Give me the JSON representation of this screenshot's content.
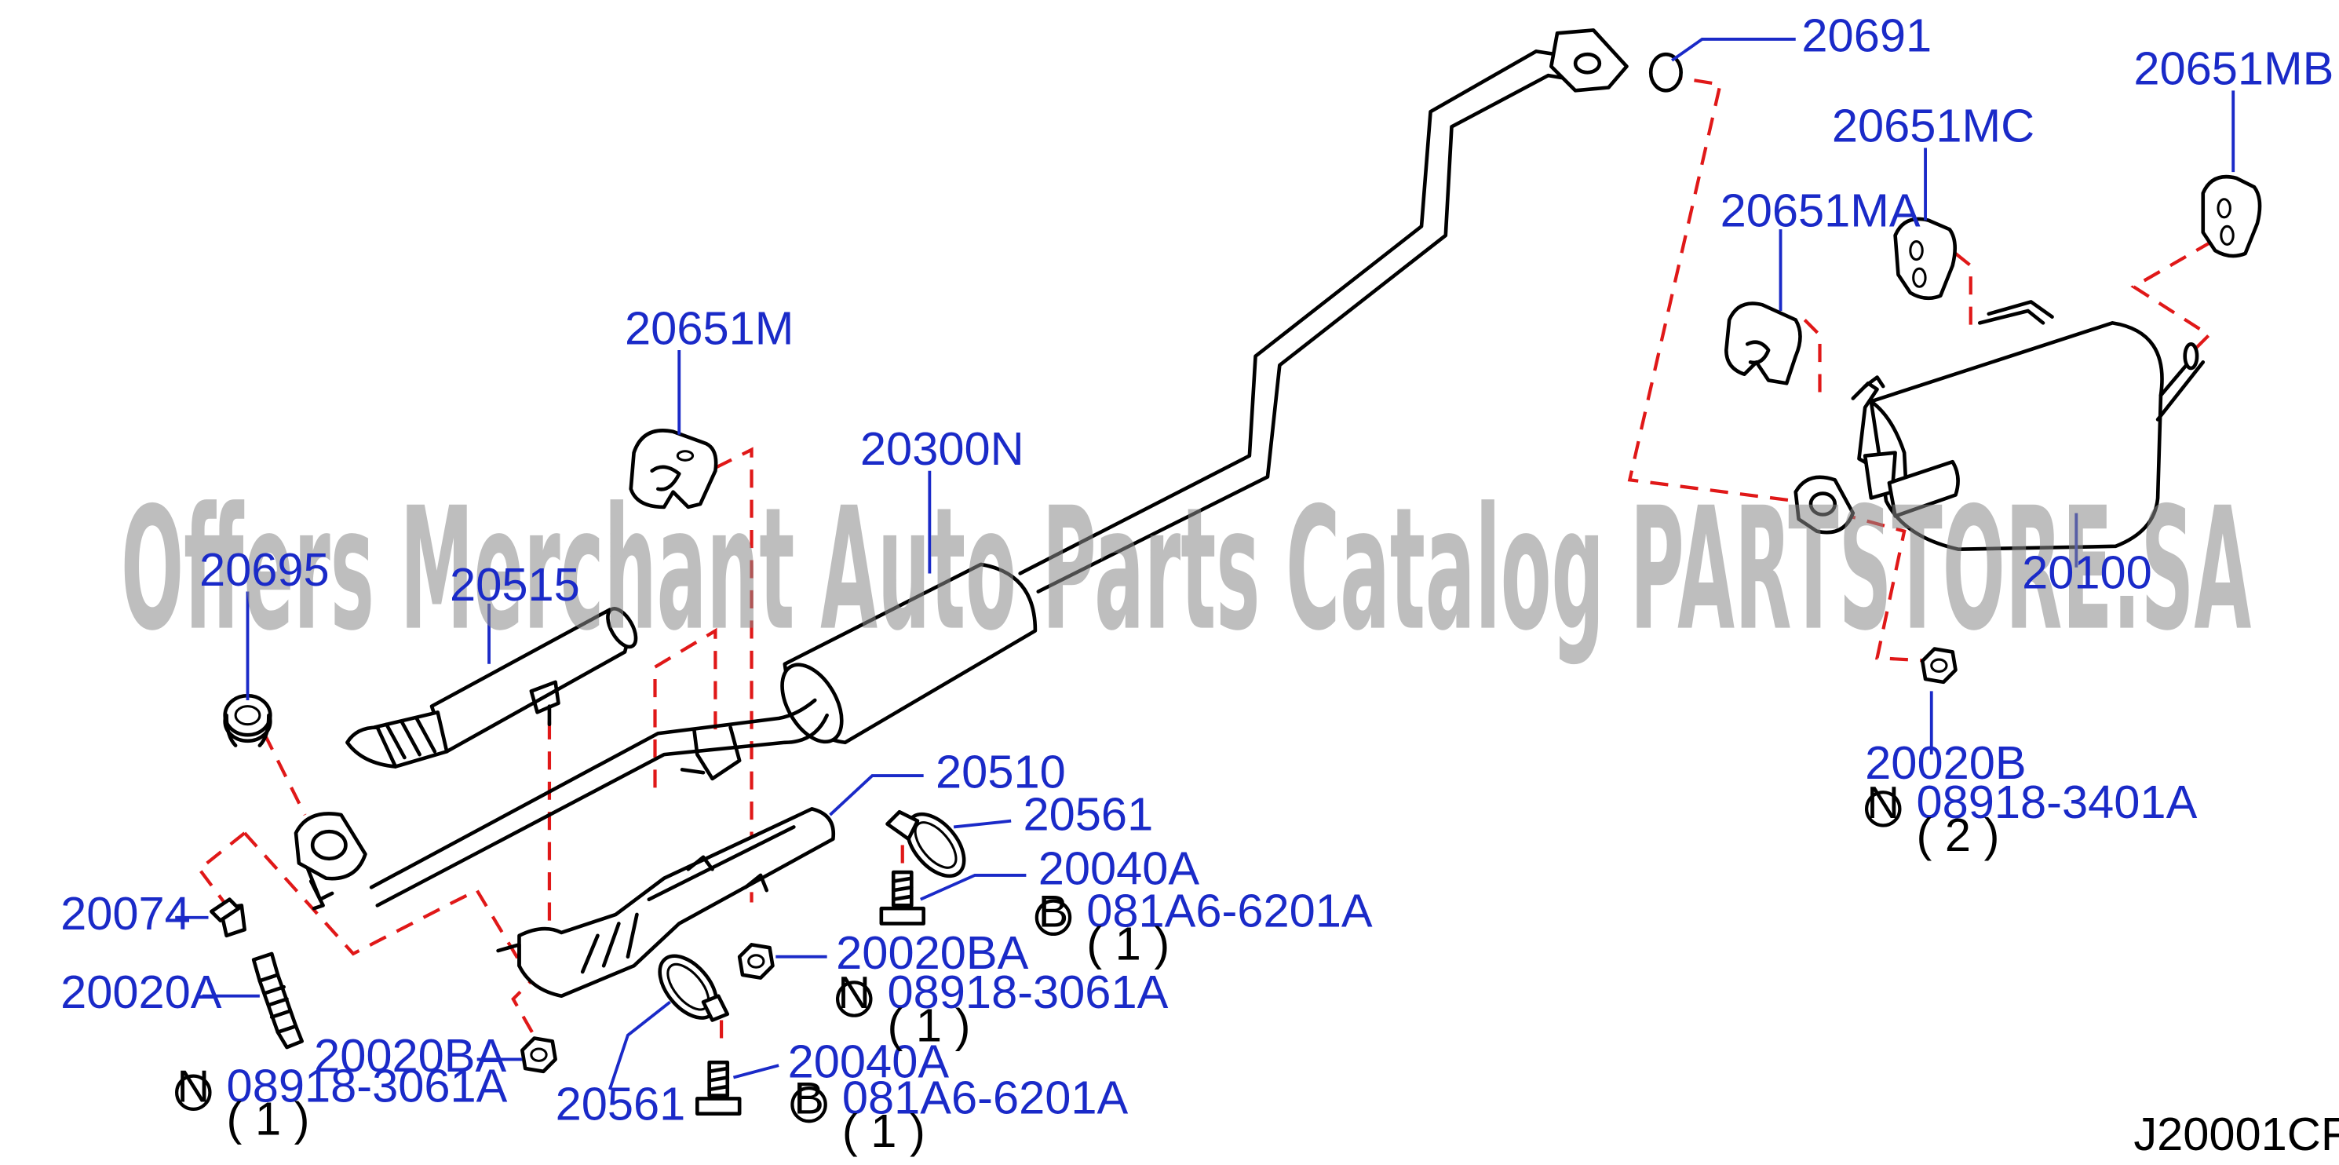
{
  "watermark": "Offers Merchant Auto Parts Catalog PARTSTORE.SA",
  "diagram_code": "J20001CF",
  "parts": {
    "p20691": "20691",
    "p20651MB": "20651MB",
    "p20651MC": "20651MC",
    "p20651MA": "20651MA",
    "p20651M": "20651M",
    "p20300N": "20300N",
    "p20695": "20695",
    "p20515": "20515",
    "p20100": "20100",
    "p20020B": "20020B",
    "p20510": "20510",
    "p20561_a": "20561",
    "p20040A_a": "20040A",
    "p20074": "20074",
    "p20020BA_a": "20020BA",
    "p20020A": "20020A",
    "p20020BA_b": "20020BA",
    "p20561_b": "20561",
    "p20040A_b": "20040A"
  },
  "std_parts": {
    "n1": {
      "prefix": "N",
      "code": "08918-3401A",
      "qty": "( 2 )"
    },
    "b1": {
      "prefix": "B",
      "code": "081A6-6201A",
      "qty": "( 1 )"
    },
    "n2": {
      "prefix": "N",
      "code": "08918-3061A",
      "qty": "( 1 )"
    },
    "n3": {
      "prefix": "N",
      "code": "08918-3061A",
      "qty": "( 1 )"
    },
    "b2": {
      "prefix": "B",
      "code": "081A6-6201A",
      "qty": "( 1 )"
    }
  },
  "colors": {
    "label": "#1a2ac8",
    "reference_line": "#e01818",
    "outline": "#000000",
    "watermark": "#8a8a8a"
  }
}
